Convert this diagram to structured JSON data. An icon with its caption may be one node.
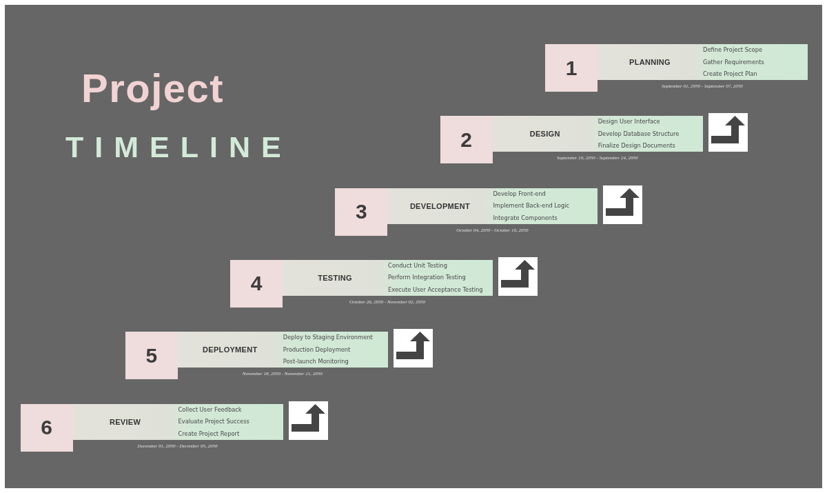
{
  "diagram": {
    "title": "Project TIMELINE",
    "nodes": [
      {
        "text": [
          "1"
        ]
      },
      {
        "text": [
          "PLANNING",
          "Define Project Scope",
          "Gather Requirements",
          "Create Project Plan"
        ],
        "beside": [
          "September 01, 2050 - September 07, 2050"
        ]
      },
      {
        "text": [
          "2"
        ]
      },
      {
        "text": [
          "DESIGN",
          "Design User Interface",
          "Develop Database Structure",
          "Finalize Design Documents"
        ],
        "beside": [
          "September 19, 2050 - September 24, 2050"
        ]
      },
      {
        "text": [
          "3"
        ]
      },
      {
        "text": [
          "DEVELOPMENT",
          "Develop Front-end",
          "Implement Back-end Logic",
          "Integrate Components"
        ],
        "beside": [
          "October 04, 2050 - October 10, 2050"
        ]
      },
      {
        "text": [
          "4"
        ]
      },
      {
        "text": [
          "TESTING",
          "Conduct Unit Testing",
          "Perform Integration Testing",
          "Execute User Acceptance Testing"
        ],
        "beside": [
          "October 26, 2050 - November 02, 2050"
        ]
      },
      {
        "text": [
          "5"
        ]
      },
      {
        "text": [
          "DEPLOYMENT",
          "Deploy to Staging Environment",
          "Production Deployment",
          "Post-launch Monitoring"
        ],
        "beside": [
          "November 18, 2050 - November 21, 2050"
        ]
      },
      {
        "text": [
          "6"
        ]
      },
      {
        "text": [
          "REVIEW",
          "Collect User Feedback",
          "Evaluate Project Success",
          "Create Project Report"
        ],
        "beside": [
          "December 01, 2050 - December 05, 2050"
        ]
      }
    ]
  }
}
